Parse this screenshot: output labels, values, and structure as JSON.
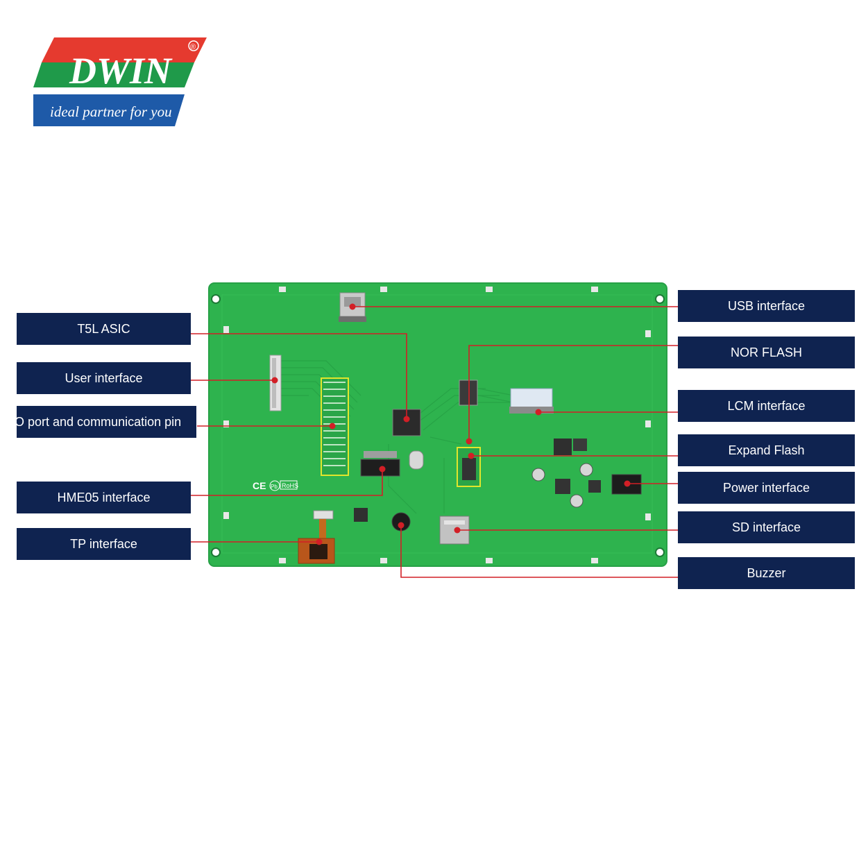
{
  "brand": {
    "name": "DWIN",
    "tagline": "ideal partner for you",
    "registered": "®",
    "colors": {
      "red": "#e53a2f",
      "green": "#1f9a4a",
      "blue": "#1e5aa8"
    }
  },
  "left_labels": [
    {
      "text": "T5L ASIC"
    },
    {
      "text": "User interface"
    },
    {
      "text": "IO port and communication pin"
    },
    {
      "text": "HME05 interface"
    },
    {
      "text": "TP interface"
    }
  ],
  "right_labels": [
    {
      "text": "USB interface"
    },
    {
      "text": "NOR FLASH"
    },
    {
      "text": "LCM interface"
    },
    {
      "text": "Expand Flash"
    },
    {
      "text": "Power interface"
    },
    {
      "text": "SD interface"
    },
    {
      "text": "Buzzer"
    }
  ],
  "board": {
    "marks": "CE",
    "rohs": "RoHS",
    "pb": "Pb",
    "colors": {
      "pcb": "#2eb34e",
      "pcb_edge": "#26a046",
      "leader": "#d21f26",
      "label_bg": "#0f2350"
    }
  }
}
